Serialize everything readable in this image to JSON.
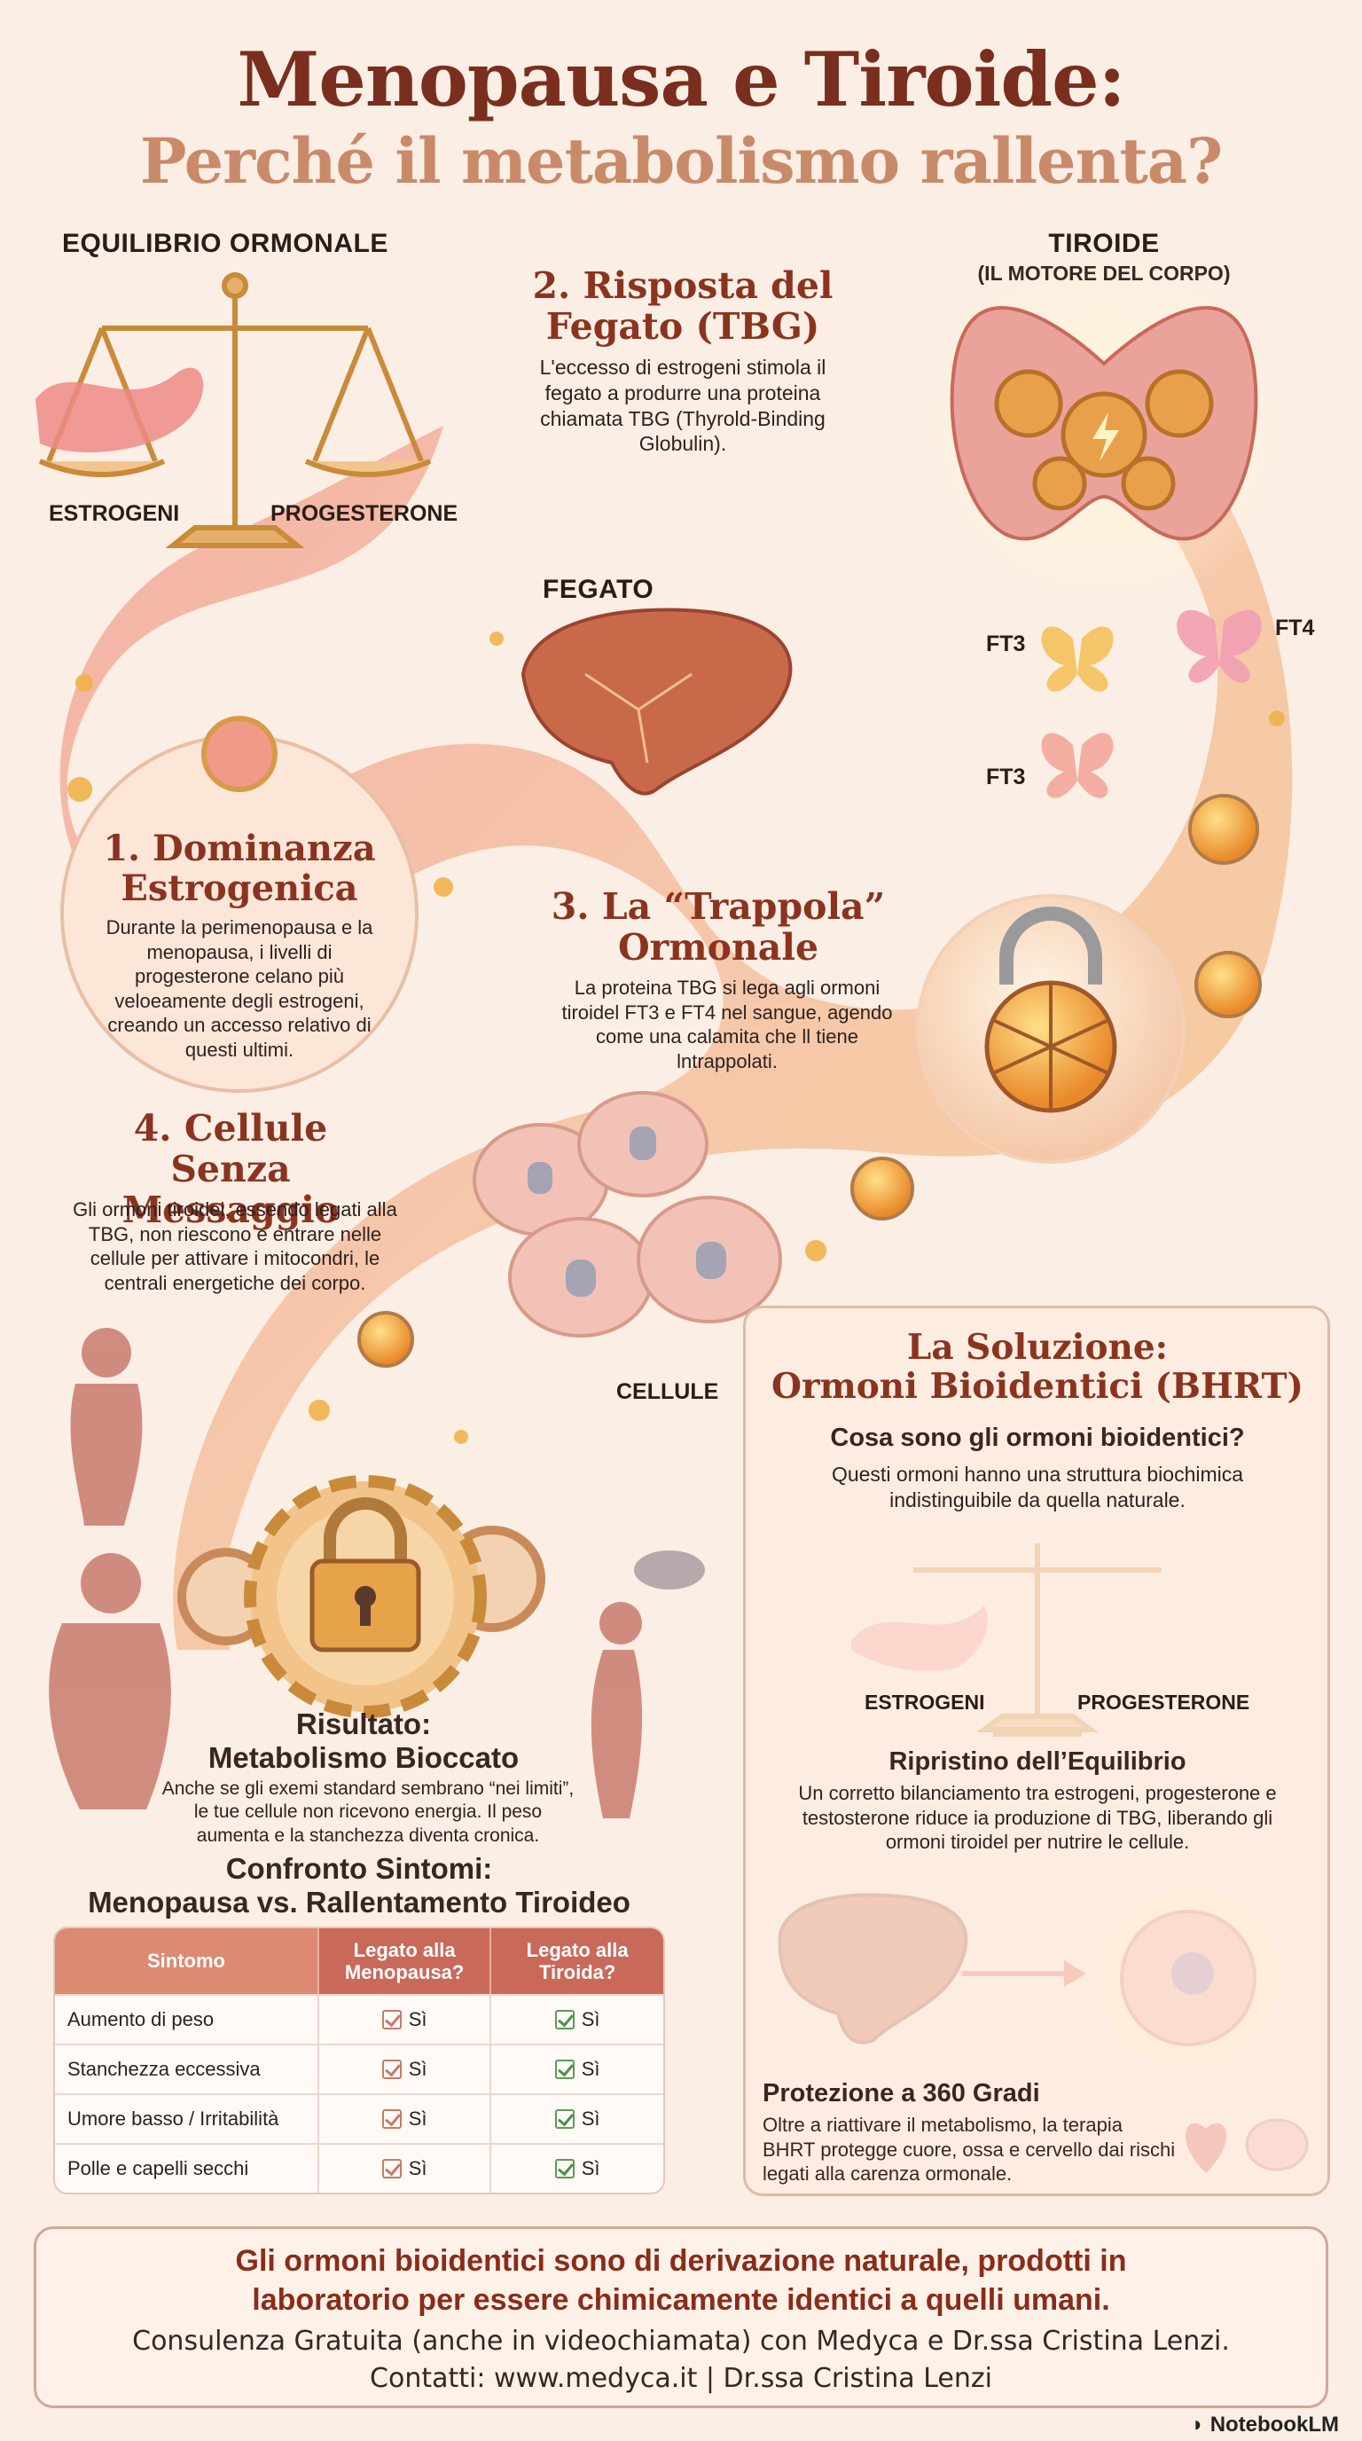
{
  "title": {
    "line1": "Menopausa e Tiroide:",
    "line2": "Perché il metabolismo rallenta?"
  },
  "balance": {
    "heading": "EQUILIBRIO ORMONALE",
    "left_label": "ESTROGENI",
    "right_label": "PROGESTERONE"
  },
  "thyroid": {
    "heading": "TIROIDE",
    "subheading": "(IL MOTORE DEL CORPO)",
    "hormones": [
      "FT3",
      "FT4",
      "FT3"
    ]
  },
  "step1": {
    "title_line1": "1. Dominanza",
    "title_line2": "Estrogenica",
    "body": "Durante la perimenopausa e la menopausa, i livelli di progesterone celano più veloeamente degli estrogeni, creando un accesso relativo di questi ultimi."
  },
  "step2": {
    "title_line1": "2. Risposta del",
    "title_line2": "Fegato (TBG)",
    "body": "L'eccesso di estrogeni stimola il fegato a produrre una proteina chiamata TBG (Thyrold-Binding Globulin)."
  },
  "liver_label": "FEGATO",
  "step3": {
    "title_line1": "3. La “Trappola”",
    "title_line2": "Ormonale",
    "body": "La proteina TBG si lega agli ormoni tiroidel FT3 e FT4 nel sangue, agendo come una calamita che ll tiene lntrappolati."
  },
  "step4": {
    "title_line1": "4. Cellule",
    "title_line2": "Senza Messaggio",
    "body": "Gli ormoni tiroidei, essendo legati alla TBG, non riescono e entrare nelle cellule per attivare i mitocondri, le centrali energetiche dei corpo."
  },
  "cells_label": "CELLULE",
  "result": {
    "title_line1": "Risultato:",
    "title_line2": "Metabolismo Bioccato",
    "body": "Anche se gli exemi standard sembrano “nei limiti”, le tue cellule non ricevono energia. Il peso aumenta e la stanchezza diventa cronica."
  },
  "comparison": {
    "title_line1": "Confronto Sintomi:",
    "title_line2": "Menopausa vs. Rallentamento Tiroideo",
    "headers": [
      "Sintomo",
      "Legato alla Menopausa?",
      "Legato alla Tiroida?"
    ],
    "rows": [
      {
        "symptom": "Aumento di peso",
        "menopause": "Sì",
        "thyroid": "Sì"
      },
      {
        "symptom": "Stanchezza eccessiva",
        "menopause": "Sì",
        "thyroid": "Sì"
      },
      {
        "symptom": "Umore basso / Irritabilità",
        "menopause": "Sì",
        "thyroid": "Sì"
      },
      {
        "symptom": "Polle e capelli secchi",
        "menopause": "Sì",
        "thyroid": "Sì"
      }
    ]
  },
  "solution": {
    "title_line1": "La Soluzione:",
    "title_line2": "Ormoni Bioidentici (BHRT)",
    "q_heading": "Cosa sono gli ormoni bioidentici?",
    "q_body": "Questi ormoni hanno una struttura biochimica indistinguibile da quella naturale.",
    "left_label": "ESTROGENI",
    "right_label": "PROGESTERONE",
    "restore_heading": "Ripristino dell’Equilibrio",
    "restore_body": "Un corretto bilanciamento tra estrogeni, progesterone e testosterone riduce ia produzione di TBG, liberando gli ormoni tiroidel per nutrire le cellule.",
    "protect_heading": "Protezione a 360 Gradi",
    "protect_body": "Oltre a riattivare il metabolismo, la terapia BHRT protegge cuore, ossa e cervello dai rischi legati alla carenza ormonale."
  },
  "footer": {
    "highlight_line1": "Gli ormoni bioidentici sono di derivazione naturale, prodotti in",
    "highlight_line2": "laboratorio per essere chimicamente identici a quelli umani.",
    "consult": "Consulenza Gratuita (anche in videochiamata) con Medyca e Dr.ssa Cristina Lenzi.",
    "contacts": "Contatti: www.medyca.it | Dr.ssa Cristina Lenzi"
  },
  "brand": "NotebookLM",
  "colors": {
    "background": "#fbeee4",
    "title_dark": "#7a2e1e",
    "title_light": "#c98a6a",
    "accent_coral": "#c9695a",
    "gold": "#d89a4a"
  }
}
